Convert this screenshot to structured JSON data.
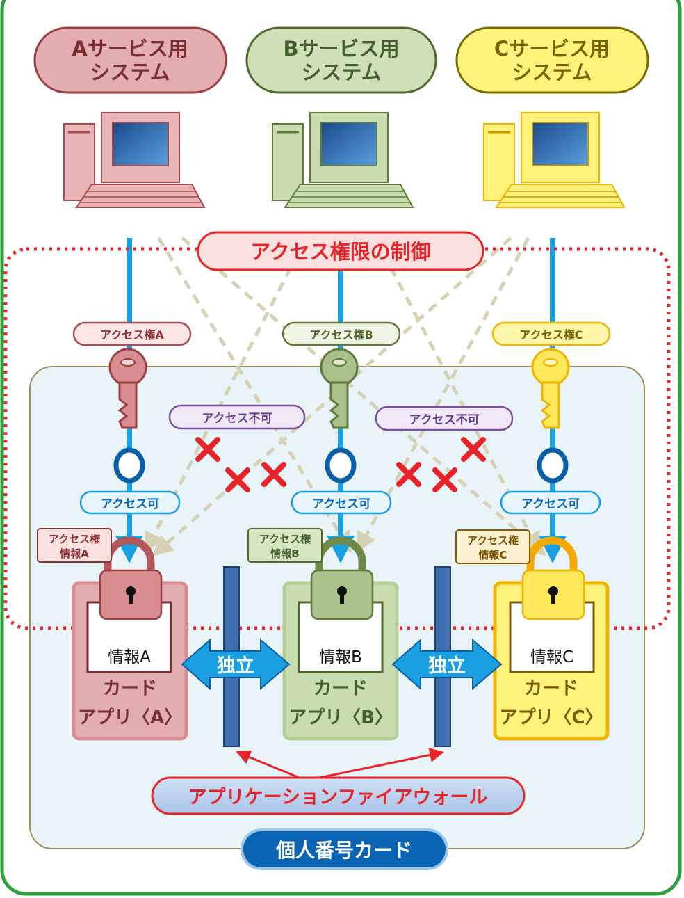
{
  "systems": [
    {
      "line1": "Aサービス用",
      "line2": "システム"
    },
    {
      "line1": "Bサービス用",
      "line2": "システム"
    },
    {
      "line1": "Cサービス用",
      "line2": "システム"
    }
  ],
  "access_control_label": "アクセス権限の制御",
  "access_rights": [
    "アクセス権A",
    "アクセス権B",
    "アクセス権C"
  ],
  "access_denied_label": "アクセス不可",
  "access_ok_label": "アクセス可",
  "rights_info": [
    {
      "line1": "アクセス権",
      "line2": "情報A"
    },
    {
      "line1": "アクセス権",
      "line2": "情報B"
    },
    {
      "line1": "アクセス権",
      "line2": "情報C"
    }
  ],
  "info_labels": [
    "情報A",
    "情報B",
    "情報C"
  ],
  "card_apps": [
    {
      "line1": "カード",
      "line2": "アプリ〈A〉"
    },
    {
      "line1": "カード",
      "line2": "アプリ〈B〉"
    },
    {
      "line1": "カード",
      "line2": "アプリ〈C〉"
    }
  ],
  "independent_label": "独立",
  "firewall_label": "アプリケーションファイアウォール",
  "card_label": "個人番号カード",
  "colors": {
    "a_fill": "#e8b5b7",
    "a_stroke": "#a84a4e",
    "b_fill": "#c9dcb0",
    "b_stroke": "#5f7a3a",
    "c_fill": "#fdf27a",
    "c_stroke": "#f0b400",
    "frame": "#2e9e3e",
    "access_line": "#1a9fe0",
    "dashed": "#d6d0b4",
    "red": "#e8232a",
    "purple": "#7b4fa0",
    "firewall": "#3f6fb0"
  }
}
